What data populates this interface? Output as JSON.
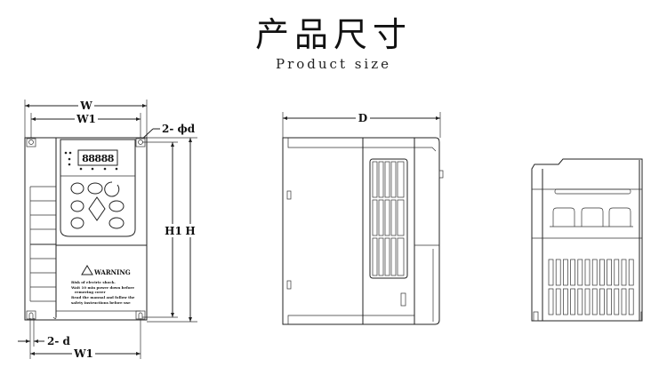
{
  "header": {
    "title": "产品尺寸",
    "subtitle": "Product size"
  },
  "front_view": {
    "dim_width": "W",
    "dim_width_holes_top": "W1",
    "dim_hole_diameter": "2- ϕd",
    "dim_height_holes": "H1",
    "dim_height": "H",
    "dim_slot": "2- d",
    "dim_width_holes_bottom": "W1",
    "display": "88888",
    "warning_title": "WARNING",
    "warning_lines": [
      "Risk of electric shock.",
      "Wait 10 min power down before",
      "removing cover",
      "Read the manual and follow the",
      "safety instructions before use"
    ]
  },
  "side_view": {
    "dim_depth": "D"
  },
  "colors": {
    "line": "#222222",
    "background": "#ffffff"
  }
}
